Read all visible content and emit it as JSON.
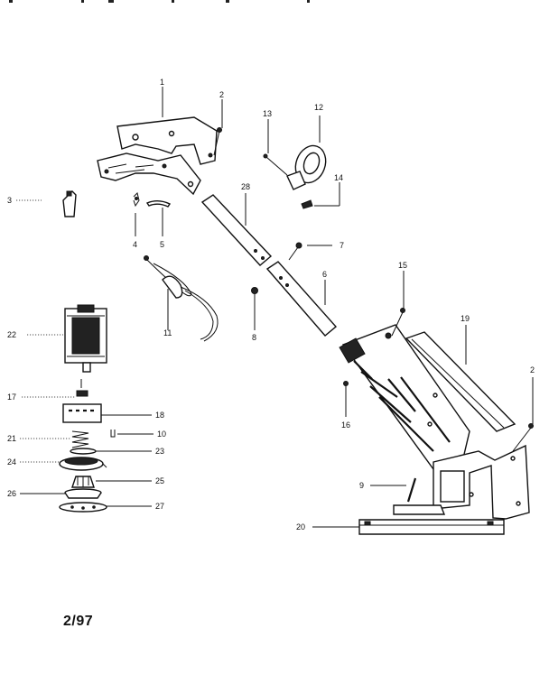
{
  "callouts": {
    "c1": "1",
    "c2a": "2",
    "c2b": "2",
    "c3": "3",
    "c4": "4",
    "c5": "5",
    "c6": "6",
    "c7": "7",
    "c8": "8",
    "c9": "9",
    "c10": "10",
    "c11": "11",
    "c12": "12",
    "c13": "13",
    "c14": "14",
    "c15": "15",
    "c16": "16",
    "c17": "17",
    "c18": "18",
    "c19": "19",
    "c20": "20",
    "c21": "21",
    "c22": "22",
    "c23": "23",
    "c24": "24",
    "c25": "25",
    "c26": "26",
    "c27": "27",
    "c28": "28"
  },
  "footer": {
    "date_code": "2/97"
  }
}
